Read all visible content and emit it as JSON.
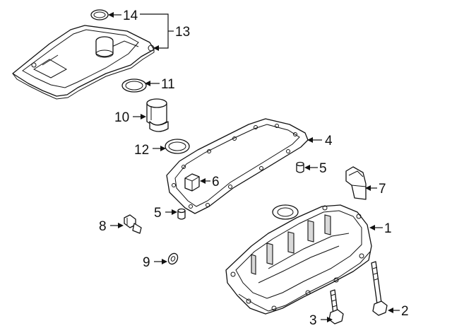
{
  "callouts": [
    {
      "id": "1",
      "label": "1"
    },
    {
      "id": "2",
      "label": "2"
    },
    {
      "id": "3",
      "label": "3"
    },
    {
      "id": "4",
      "label": "4"
    },
    {
      "id": "5a",
      "label": "5"
    },
    {
      "id": "5b",
      "label": "5"
    },
    {
      "id": "6",
      "label": "6"
    },
    {
      "id": "7",
      "label": "7"
    },
    {
      "id": "8",
      "label": "8"
    },
    {
      "id": "9",
      "label": "9"
    },
    {
      "id": "10",
      "label": "10"
    },
    {
      "id": "11",
      "label": "11"
    },
    {
      "id": "12",
      "label": "12"
    },
    {
      "id": "13",
      "label": "13"
    },
    {
      "id": "14",
      "label": "14"
    }
  ]
}
